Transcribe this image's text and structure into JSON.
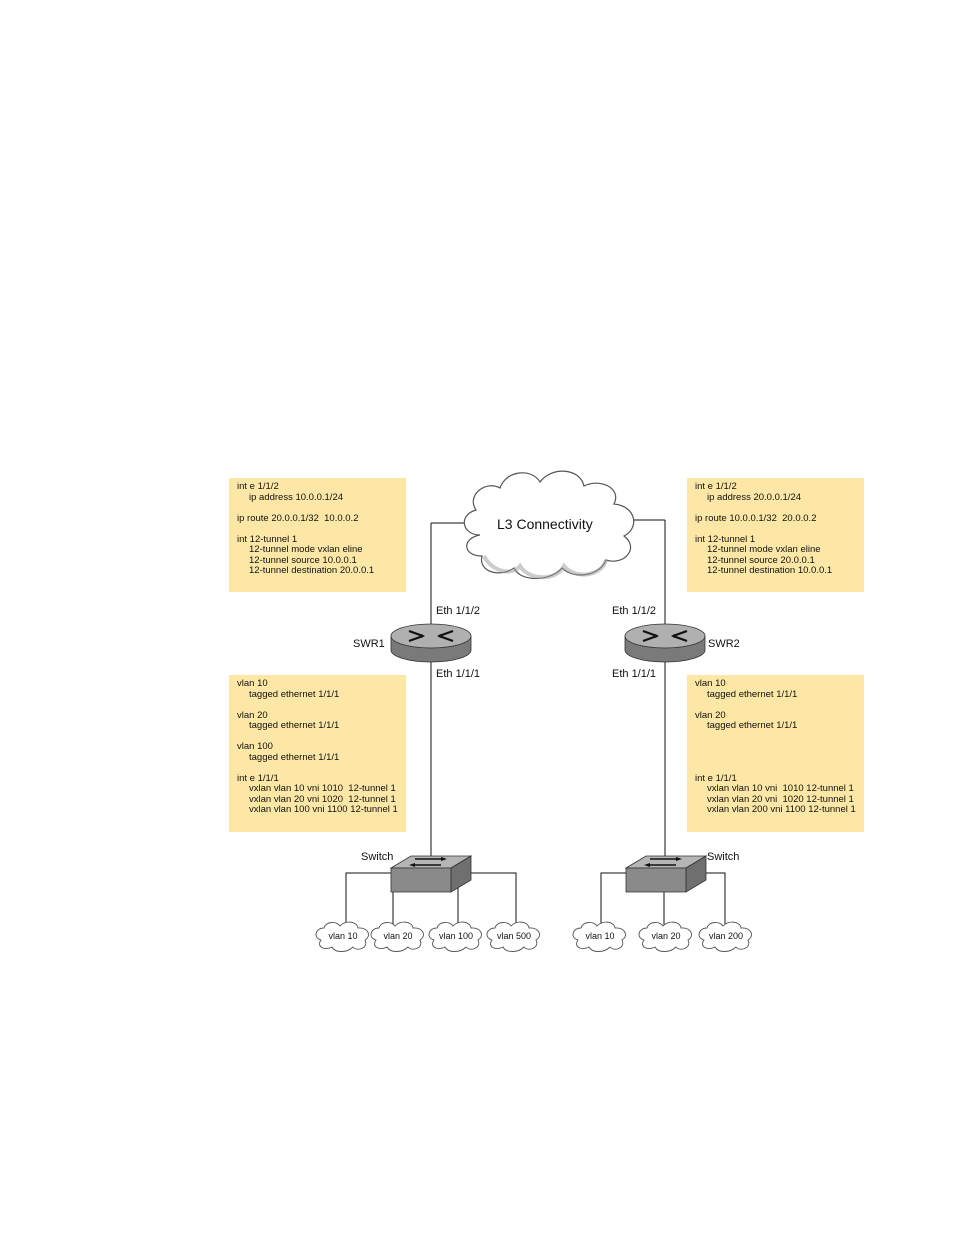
{
  "cloud_label": "L3 Connectivity",
  "swr1": {
    "name": "SWR1",
    "port_up": "Eth 1/1/2",
    "port_down": "Eth 1/1/1",
    "config_top": [
      {
        "t": "int e 1/1/2",
        "i": 0
      },
      {
        "t": "ip address 10.0.0.1/24",
        "i": 1
      },
      {
        "t": "",
        "i": 0
      },
      {
        "t": "ip route 20.0.0.1/32  10.0.0.2",
        "i": 0
      },
      {
        "t": "",
        "i": 0
      },
      {
        "t": "int 12-tunnel 1",
        "i": 0
      },
      {
        "t": "12-tunnel mode vxlan eline",
        "i": 1
      },
      {
        "t": "12-tunnel source 10.0.0.1",
        "i": 1
      },
      {
        "t": "12-tunnel destination 20.0.0.1",
        "i": 1
      }
    ],
    "config_bottom": [
      {
        "t": "vlan 10",
        "i": 0
      },
      {
        "t": "tagged ethernet 1/1/1",
        "i": 1
      },
      {
        "t": "",
        "i": 0
      },
      {
        "t": "vlan 20",
        "i": 0
      },
      {
        "t": "tagged ethernet 1/1/1",
        "i": 1
      },
      {
        "t": "",
        "i": 0
      },
      {
        "t": "vlan 100",
        "i": 0
      },
      {
        "t": "tagged ethernet 1/1/1",
        "i": 1
      },
      {
        "t": "",
        "i": 0
      },
      {
        "t": "int e 1/1/1",
        "i": 0
      },
      {
        "t": "vxlan vlan 10 vni 1010  12-tunnel 1",
        "i": 1
      },
      {
        "t": "vxlan vlan 20 vni 1020  12-tunnel 1",
        "i": 1
      },
      {
        "t": "vxlan vlan 100 vni 1100 12-tunnel 1",
        "i": 1
      }
    ],
    "switch_label": "Switch",
    "vlans": [
      "vlan 10",
      "vlan 20",
      "vlan 100",
      "vlan 500"
    ]
  },
  "swr2": {
    "name": "SWR2",
    "port_up": "Eth 1/1/2",
    "port_down": "Eth 1/1/1",
    "config_top": [
      {
        "t": "int e 1/1/2",
        "i": 0
      },
      {
        "t": "ip address 20.0.0.1/24",
        "i": 1
      },
      {
        "t": "",
        "i": 0
      },
      {
        "t": "ip route 10.0.0.1/32  20.0.0.2",
        "i": 0
      },
      {
        "t": "",
        "i": 0
      },
      {
        "t": "int 12-tunnel 1",
        "i": 0
      },
      {
        "t": "12-tunnel mode vxlan eline",
        "i": 1
      },
      {
        "t": "12-tunnel source 20.0.0.1",
        "i": 1
      },
      {
        "t": "12-tunnel destination 10.0.0.1",
        "i": 1
      }
    ],
    "config_bottom": [
      {
        "t": "vlan 10",
        "i": 0
      },
      {
        "t": "tagged ethernet 1/1/1",
        "i": 1
      },
      {
        "t": "",
        "i": 0
      },
      {
        "t": "vlan 20",
        "i": 0
      },
      {
        "t": "tagged ethernet 1/1/1",
        "i": 1
      },
      {
        "t": "",
        "i": 0
      },
      {
        "t": "",
        "i": 0
      },
      {
        "t": "",
        "i": 0
      },
      {
        "t": "",
        "i": 0
      },
      {
        "t": "int e 1/1/1",
        "i": 0
      },
      {
        "t": "vxlan vlan 10 vni  1010 12-tunnel 1",
        "i": 1
      },
      {
        "t": "vxlan vlan 20 vni  1020 12-tunnel 1",
        "i": 1
      },
      {
        "t": "vxlan vlan 200 vni 1100 12-tunnel 1",
        "i": 1
      }
    ],
    "switch_label": "Switch",
    "vlans": [
      "vlan 10",
      "vlan 20",
      "vlan 200"
    ]
  },
  "colors": {
    "config_box": "#fde7a6",
    "device_top": "#a9a9a9",
    "device_side": "#7a7a7a",
    "line": "#111111"
  }
}
